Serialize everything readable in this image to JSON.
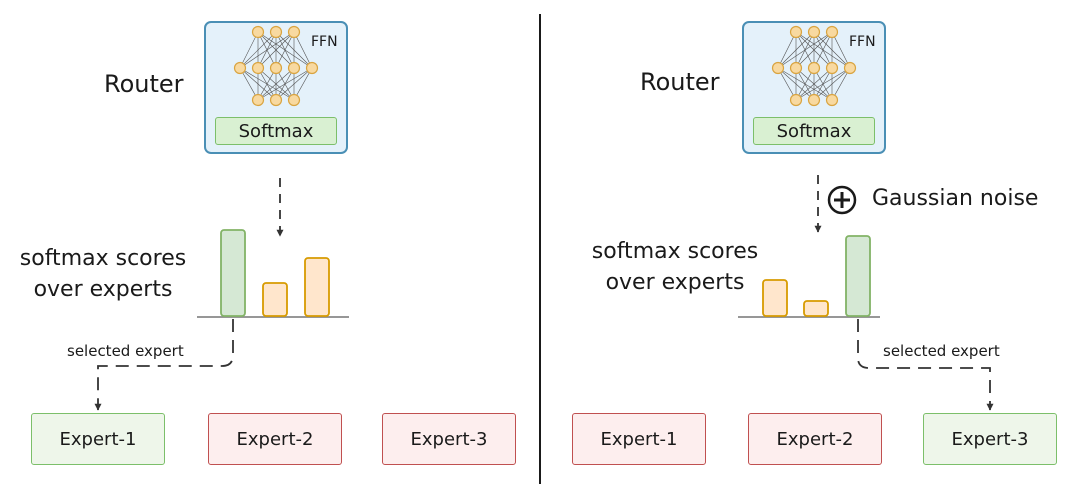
{
  "colors": {
    "router_fill": "#e4f1fa",
    "router_border": "#4a8fb5",
    "neuron_fill": "#f8d9a0",
    "neuron_border": "#d9a440",
    "selected_bar_fill": "#d5e8d4",
    "selected_bar_border": "#82b366",
    "other_bar_fill": "#ffe6cc",
    "other_bar_border": "#d79b00",
    "selected_expert_fill": "#eef6ea",
    "selected_expert_border": "#7cbf6a",
    "other_expert_fill": "#fdeeee",
    "other_expert_border": "#c05050"
  },
  "panels": [
    {
      "router_label": "Router",
      "ffn_label": "FFN",
      "softmax_label": "Softmax",
      "scores_label_line1": "softmax scores",
      "scores_label_line2": "over experts",
      "selected_label": "selected expert",
      "scores": [
        0.86,
        0.33,
        0.58
      ],
      "selected_index": 0,
      "experts": [
        "Expert-1",
        "Expert-2",
        "Expert-3"
      ]
    },
    {
      "router_label": "Router",
      "ffn_label": "FFN",
      "softmax_label": "Softmax",
      "noise_label": "Gaussian noise",
      "scores_label_line1": "softmax scores",
      "scores_label_line2": "over experts",
      "selected_label": "selected expert",
      "scores": [
        0.36,
        0.15,
        0.8
      ],
      "selected_index": 2,
      "experts": [
        "Expert-1",
        "Expert-2",
        "Expert-3"
      ]
    }
  ]
}
